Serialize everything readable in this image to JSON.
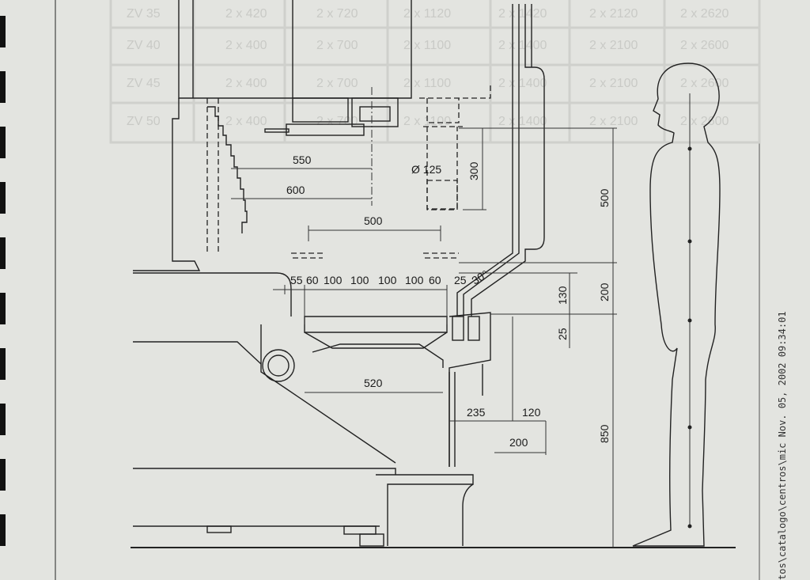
{
  "background_table": {
    "rows": [
      [
        "ZV 35",
        "2 x 420",
        "2 x 720",
        "2 x 1120",
        "2 x 1420",
        "2 x 2120",
        "2 x 2620"
      ],
      [
        "ZV 40",
        "2 x 400",
        "2 x 700",
        "2 x 1100",
        "2 x 1400",
        "2 x 2100",
        "2 x 2600"
      ],
      [
        "ZV 45",
        "2 x 400",
        "2 x 700",
        "2 x 1100",
        "2 x 1400",
        "2 x 2100",
        "2 x 2600"
      ],
      [
        "ZV 50",
        "2 x 400",
        "2 x 700",
        "2 x 1100",
        "2 x 1400",
        "2 x 2100",
        "2 x 2600"
      ]
    ]
  },
  "dimensions": {
    "d550": "550",
    "d600": "600",
    "d500_h": "500",
    "d125": "Ø 125",
    "d300": "300",
    "d500_v": "500",
    "d200_v": "200",
    "d130": "130",
    "d25_v": "25",
    "d850": "850",
    "angle": "30°",
    "slots": [
      "55",
      "60",
      "100",
      "100",
      "100",
      "100",
      "60",
      "25"
    ],
    "d520": "520",
    "d235": "235",
    "d120": "120",
    "d200_h": "200"
  },
  "footer_path": "tos\\catalogo\\centros\\mic  Nov. 05, 2002  09:34:01"
}
